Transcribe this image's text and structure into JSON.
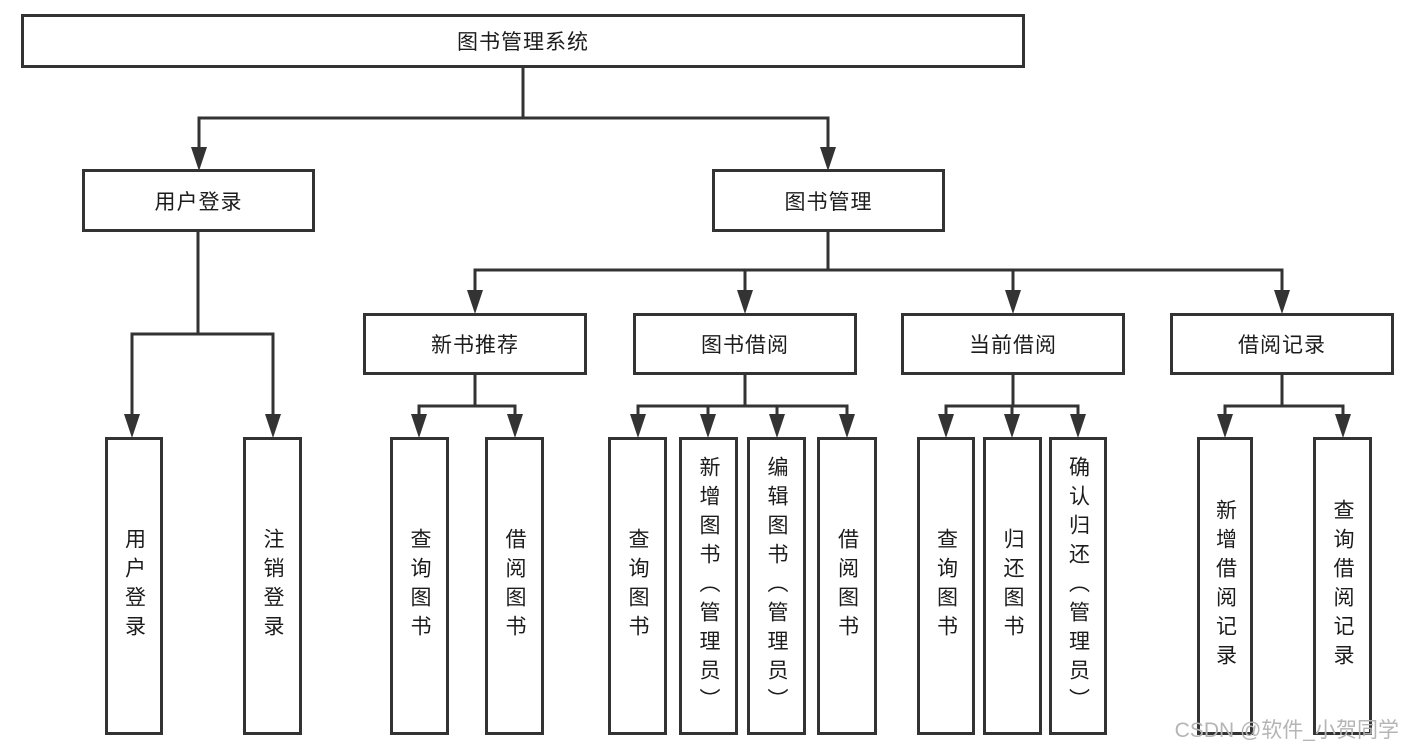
{
  "root": {
    "label": "图书管理系统"
  },
  "login": {
    "label": "用户登录",
    "children": [
      {
        "label": "用户登录"
      },
      {
        "label": "注销登录"
      }
    ]
  },
  "mgmt": {
    "label": "图书管理",
    "groups": [
      {
        "label": "新书推荐",
        "children": [
          {
            "label": "查询图书"
          },
          {
            "label": "借阅图书"
          }
        ]
      },
      {
        "label": "图书借阅",
        "children": [
          {
            "label": "查询图书"
          },
          {
            "label": "新增图书（管理员）"
          },
          {
            "label": "编辑图书（管理员）"
          },
          {
            "label": "借阅图书"
          }
        ]
      },
      {
        "label": "当前借阅",
        "children": [
          {
            "label": "查询图书"
          },
          {
            "label": "归还图书"
          },
          {
            "label": "确认归还（管理员）"
          }
        ]
      },
      {
        "label": "借阅记录",
        "children": [
          {
            "label": "新增借阅记录"
          },
          {
            "label": "查询借阅记录"
          }
        ]
      }
    ]
  },
  "watermark": {
    "text": "CSDN @软件_小贺同学"
  },
  "colors": {
    "line": "#333333",
    "box_border": "#333333",
    "box_fill": "#ffffff",
    "text": "#1c1c1c",
    "watermark": "#b5b5b5"
  }
}
